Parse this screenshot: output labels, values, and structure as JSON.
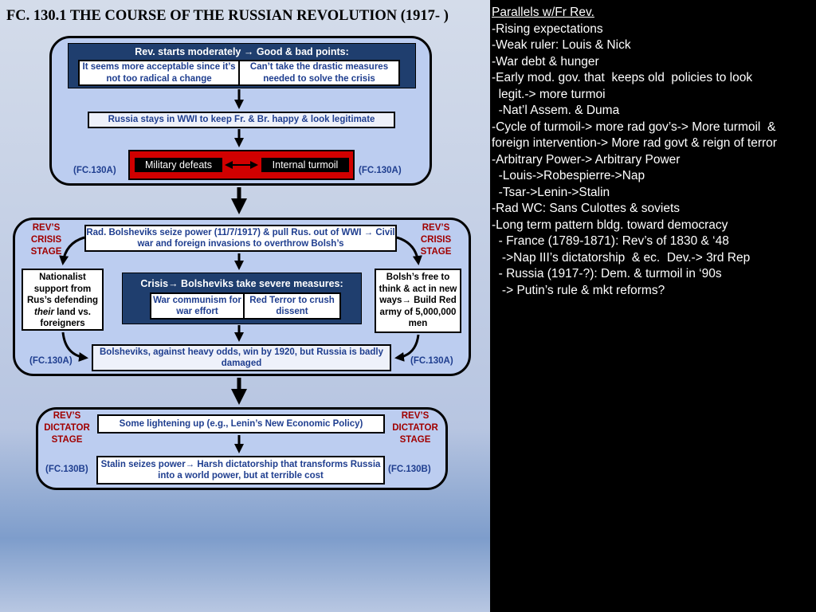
{
  "title": "FC. 130.1 THE COURSE OF THE RUSSIAN REVOLUTION (1917-  )",
  "top_panel": {
    "header": "Rev. starts moderately → Good & bad points:",
    "good_point": "It seems more acceptable since it’s not too radical a change",
    "bad_point": "Can’t take the drastic measures needed to solve the crisis",
    "wwi": "Russia stays in WWI to keep Fr. & Br. happy & look legitimate",
    "military": "Military defeats",
    "internal": "Internal turmoil",
    "ref_left": "(FC.130A)",
    "ref_right": "(FC.130A)"
  },
  "middle_panel": {
    "stage_left": "REV’S\nCRISIS\nSTAGE",
    "stage_right": "REV’S\nCRISIS\nSTAGE",
    "seize": "Rad. Bolsheviks seize power (11/7/1917) & pull Rus. out of WWI → Civil war and foreign invasions to overthrow Bolsh’s",
    "nationalist_a": "Nationalist support from Rus’s defending",
    "nationalist_em": "their",
    "nationalist_b": "land vs. foreigners",
    "crisis_header": "Crisis→ Bolsheviks take severe measures:",
    "war_communism": "War communism for war effort",
    "red_terror": "Red Terror to crush dissent",
    "bolsh_free": "Bolsh’s free to think & act in new ways→ Build Red army of 5,000,000 men",
    "win": "Bolsheviks, against heavy odds, win by 1920, but Russia is badly damaged",
    "ref_left": "(FC.130A)",
    "ref_right": "(FC.130A)"
  },
  "bottom_panel": {
    "stage_left": "REV’S\nDICTATOR\nSTAGE",
    "stage_right": "REV’S\nDICTATOR\nSTAGE",
    "nep": "Some lightening up (e.g., Lenin’s New Economic Policy)",
    "stalin": "Stalin seizes power→ Harsh dictatorship that transforms Russia into a world power, but at terrible cost",
    "ref_left": "(FC.130B)",
    "ref_right": "(FC.130B)"
  },
  "notes": {
    "heading": "Parallels w/Fr Rev.",
    "lines": [
      "-Rising expectations",
      "-Weak ruler: Louis & Nick",
      "-War debt & hunger",
      "-Early mod. gov. that  keeps old  policies to look",
      "  legit.-> more turmoi",
      "  -Nat’l Assem. & Duma",
      "-Cycle of turmoil-> more rad gov’s-> More turmoil  &",
      "foreign intervention-> More rad govt & reign of terror",
      "-Arbitrary Power-> Arbitrary Power",
      "  -Louis->Robespierre->Nap",
      "  -Tsar->Lenin->Stalin",
      "-Rad WC: Sans Culottes & soviets",
      "-Long term pattern bldg. toward democracy",
      "  - France (1789-1871): Rev’s of 1830 & ‘48",
      "   ->Nap III’s dictatorship  & ec.  Dev.-> 3rd Rep",
      "  - Russia (1917-?): Dem. & turmoil in ‘90s",
      "   -> Putin’s rule & mkt reforms?"
    ]
  },
  "colors": {
    "navy": "#1f3e6e",
    "text_blue": "#1f3e8f",
    "stage_red": "#a10000",
    "alert_red": "#d10000"
  }
}
